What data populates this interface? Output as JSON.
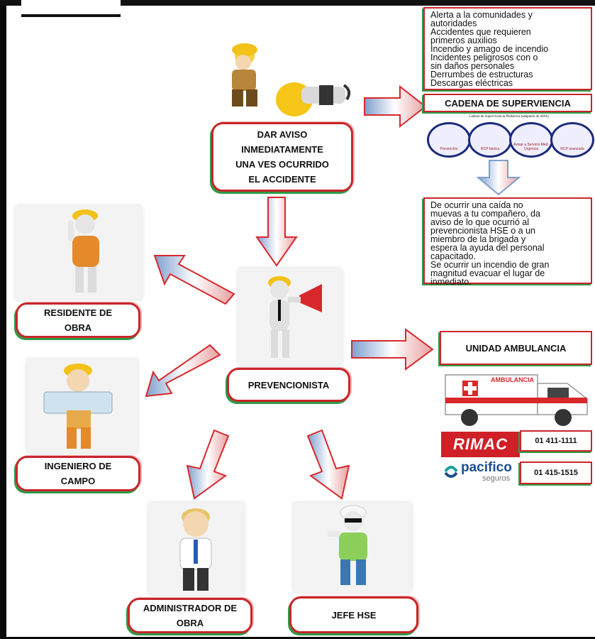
{
  "boxes": {
    "dar_aviso": "DAR AVISO\nINMEDIATAMENTE\nUNA VES OCURRIDO\nEL ACCIDENTE",
    "prevencionista": "PREVENCIONISTA",
    "residente": "RESIDENTE DE\nOBRA",
    "ingeniero": "INGENIERO DE\nCAMPO",
    "administrador": "ADMINISTRADOR DE\nOBRA",
    "jefe_hse": "JEFE HSE"
  },
  "alert_box": "Alerta a la comunidades y\nautoridades\nAccidentes que requieren\nprimeros auxilios\nIncendio y amago de incendio\nIncidentes peligrosos con o\nsin daños personales\nDerrumbes de estructuras\nDescargas eléctricas",
  "cadena_header": "CADENA DE SUPERVIENCIA",
  "cadena_image": {
    "title": "Cadena de Supervivencia Pediátrica (adaptado de AHA)",
    "steps": [
      "Prevención",
      "RCP básica",
      "Avisar a Servicio Med. Urgencia",
      "RCP avanzada"
    ]
  },
  "instructions_box": "De ocurrir una caída no\nmuevas a tu compañero, da\naviso de lo que ocurrió al\nprevencionista HSE o a un\nmiembro de la brigada y\nespera la ayuda del personal\ncapacitado.\nSe ocurrir un incendio de gran\nmagnitud evacuar el lugar de\ninmediato.",
  "ambulancia_header": "UNIDAD AMBULANCIA",
  "ambulance_text": "AMBULANCIA",
  "insurers": {
    "rimac": {
      "logo": "RIMAC",
      "phone": "01 411-1111"
    },
    "pacifico": {
      "logo": "pacifico",
      "sub": "seguros",
      "phone": "01 415-1515"
    }
  },
  "colors": {
    "border_red": "#c8262a",
    "border_green": "#2f9a48",
    "arrow_red": "#d8282c",
    "arrow_blue": "#7f9fce"
  }
}
